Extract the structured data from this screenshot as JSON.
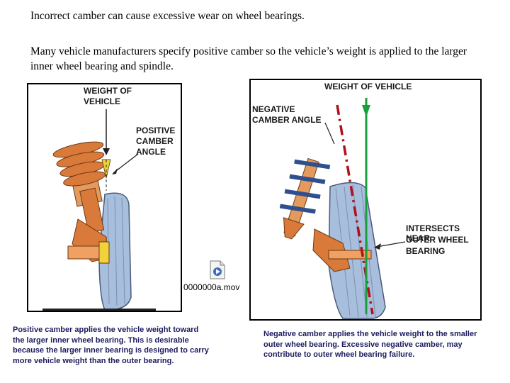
{
  "text": {
    "line1": "Incorrect camber can cause excessive wear on wheel bearings.",
    "line2": "Many vehicle manufacturers specify positive camber so the vehicle’s weight is applied to the larger inner wheel bearing and spindle."
  },
  "left_figure": {
    "weight_label_1": "WEIGHT OF",
    "weight_label_2": "VEHICLE",
    "positive_1": "POSITIVE",
    "positive_2": "CAMBER",
    "positive_3": "ANGLE",
    "caption": "Positive camber applies the vehicle weight toward the larger inner wheel bearing. This is desirable because the larger inner bearing is designed to carry more vehicle weight than the outer bearing."
  },
  "right_figure": {
    "weight_label": "WEIGHT OF VEHICLE",
    "negative_1": "NEGATIVE",
    "negative_2": "CAMBER ANGLE",
    "intersect_1": "INTERSECTS NEAR",
    "intersect_2": "OUTER WHEEL",
    "intersect_3": "BEARING",
    "caption": "Negative camber applies the vehicle weight to the smaller outer wheel bearing. Excessive negative camber, may contribute to outer wheel bearing failure."
  },
  "media": {
    "file_name": "0000000a.mov",
    "icon": "movie-file-icon"
  },
  "colors": {
    "tire": "#a8bedd",
    "spring": "#d97a3a",
    "coil_blue": "#2f4f8f",
    "red_line": "#b0101a",
    "green_line": "#18a03a",
    "yellow": "#f2d23a"
  }
}
